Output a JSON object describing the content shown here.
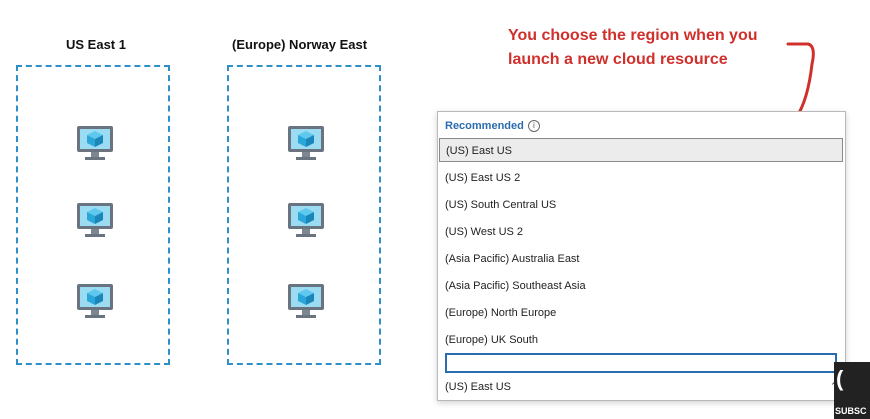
{
  "regions": [
    {
      "title": "US East 1"
    },
    {
      "title": "(Europe) Norway East"
    }
  ],
  "annotation": {
    "line1": "You choose the region when you",
    "line2": "launch a new cloud resource"
  },
  "dropdown": {
    "header": "Recommended",
    "options": [
      "(US) East US",
      "(US) East US 2",
      "(US) South Central US",
      "(US) West US 2",
      "(Asia Pacific) Australia East",
      "(Asia Pacific) Southeast Asia",
      "(Europe) North Europe",
      "(Europe) UK South"
    ],
    "search_value": "",
    "selected_value": "(US) East US"
  },
  "overlay": {
    "subscribe_text": "SUBSC"
  },
  "colors": {
    "accent_blue": "#2b6cb0",
    "dashed_border": "#2f8fc9",
    "annotation_red": "#d0302c"
  }
}
